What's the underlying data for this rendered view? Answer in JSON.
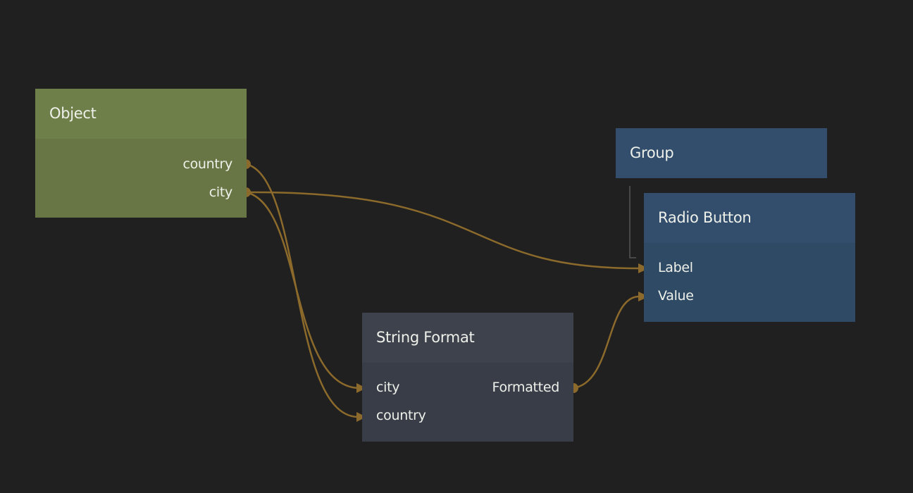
{
  "colors": {
    "background": "#202020",
    "wire": "#8b6a2b",
    "object": "#6f7f49",
    "object_body": "#687645",
    "visual": "#324e6c",
    "visual_body": "#2f4a64",
    "logic": "#3e424c",
    "logic_body": "#393d48"
  },
  "nodes": {
    "object": {
      "title": "Object",
      "outputs": [
        "country",
        "city"
      ]
    },
    "group": {
      "title": "Group"
    },
    "radio_button": {
      "title": "Radio Button",
      "inputs": [
        "Label",
        "Value"
      ]
    },
    "string_format": {
      "title": "String Format",
      "inputs": [
        "city",
        "country"
      ],
      "outputs": [
        "Formatted"
      ]
    }
  },
  "connections": [
    {
      "from": "Object.country",
      "to": "String Format.country"
    },
    {
      "from": "Object.city",
      "to": "String Format.city"
    },
    {
      "from": "Object.city",
      "to": "Radio Button.Label"
    },
    {
      "from": "String Format.Formatted",
      "to": "Radio Button.Value"
    }
  ]
}
